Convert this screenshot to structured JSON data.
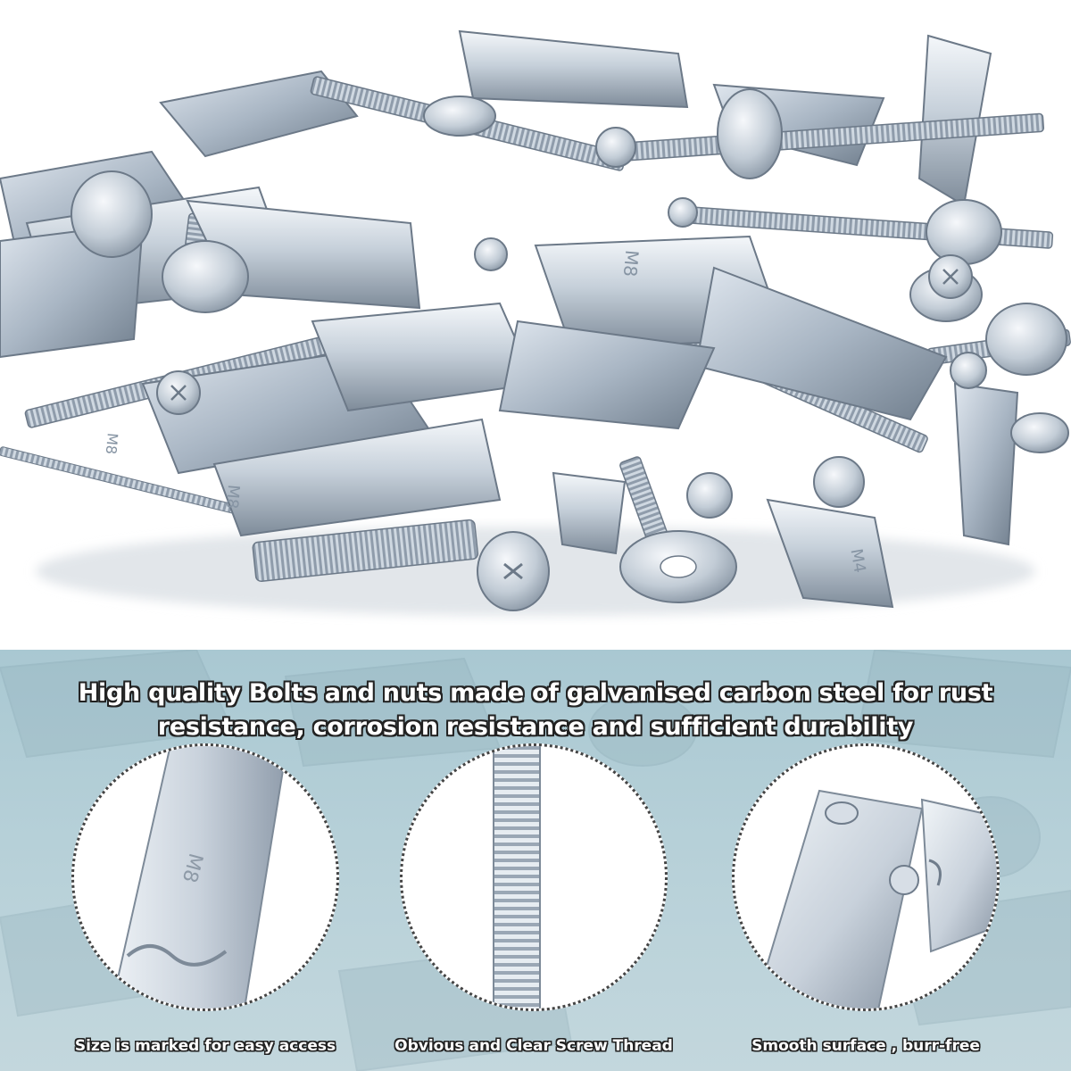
{
  "headline": {
    "line1": "High quality Bolts and nuts made of galvanised carbon steel for rust",
    "line2": "resistance, corrosion resistance and sufficient durability"
  },
  "photo": {
    "size_marks": [
      "M8",
      "M8",
      "M8",
      "M4"
    ]
  },
  "features": [
    {
      "caption": "Size is marked for easy access",
      "mark": "M8"
    },
    {
      "caption": "Obvious and Clear Screw Thread"
    },
    {
      "caption": "Smooth surface , burr-free"
    }
  ],
  "colors": {
    "panel": "#b3ced6",
    "metal_light": "#e8eef3",
    "metal_mid": "#b9c4cf",
    "metal_dark": "#7d8a98",
    "text_outline": "#222222"
  }
}
